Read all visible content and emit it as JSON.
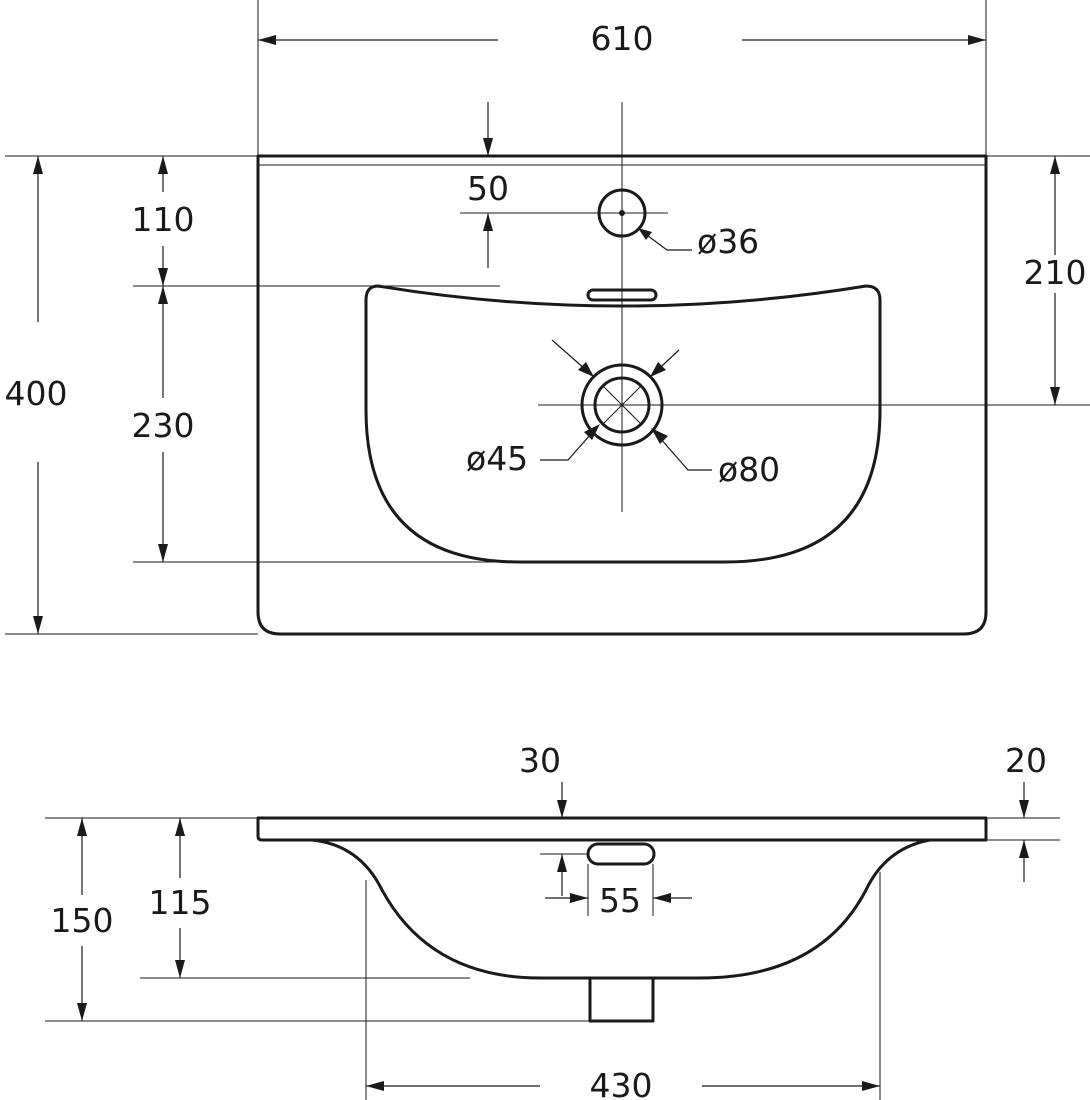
{
  "top_view": {
    "width": "610",
    "depth": "400",
    "back_to_hole": "110",
    "hole_offset": "50",
    "hole_diameter": "ø36",
    "back_to_drain": "210",
    "bowl_depth": "230",
    "drain_diameter": "ø45",
    "drain_flange_diameter": "ø80"
  },
  "side_view": {
    "rim_to_overflow": "30",
    "rim_thickness": "20",
    "total_height": "150",
    "bowl_height": "115",
    "overflow_width": "55",
    "bowl_width": "430"
  },
  "colors": {
    "line": "#1a1a1a",
    "background": "#ffffff"
  }
}
